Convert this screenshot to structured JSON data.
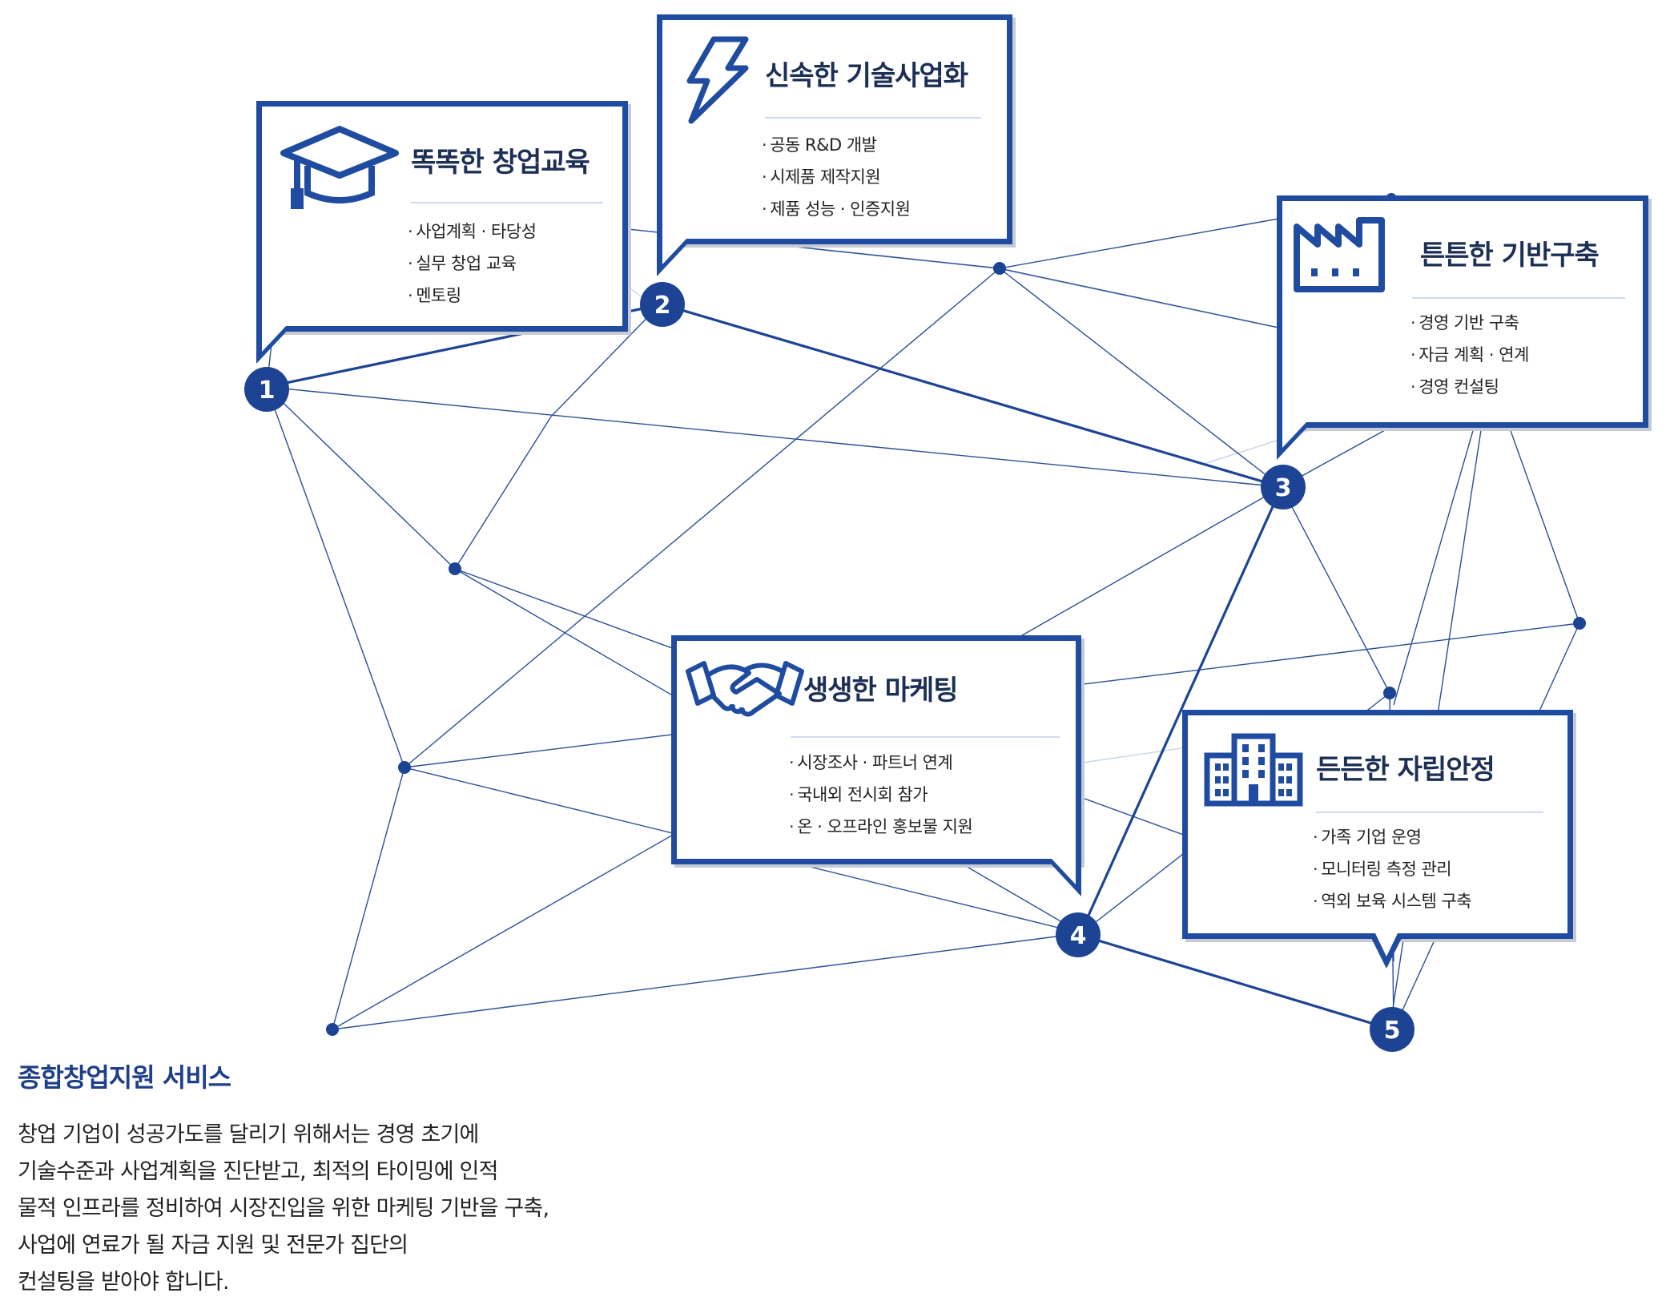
{
  "intro": {
    "title": "종합창업지원 서비스",
    "lines": [
      "창업 기업이 성공가도를 달리기 위해서는 경영 초기에",
      "기술수준과 사업계획을 진단받고, 최적의 타이밍에 인적",
      "물적 인프라를 정비하여 시장진입을 위한 마케팅 기반을 구축,",
      "사업에 연료가 될 자금 지원 및 전문가 집단의",
      "컨설팅을 받아야 합니다."
    ]
  },
  "steps": [
    {
      "number": "1",
      "icon": "graduation-cap-icon",
      "title": "똑똑한 창업교육",
      "items": [
        "사업계획 · 타당성",
        "실무 창업 교육",
        "멘토링"
      ]
    },
    {
      "number": "2",
      "icon": "lightning-bolt-icon",
      "title": "신속한 기술사업화",
      "items": [
        "공동 R&D 개발",
        "시제품 제작지원",
        "제품 성능 · 인증지원"
      ]
    },
    {
      "number": "3",
      "icon": "factory-icon",
      "title": "튼튼한 기반구축",
      "items": [
        "경영 기반 구축",
        "자금 계획 · 연계",
        "경영 컨설팅"
      ]
    },
    {
      "number": "4",
      "icon": "handshake-icon",
      "title": "생생한 마케팅",
      "items": [
        "시장조사 · 파트너 연계",
        "국내외 전시회 참가",
        "온 · 오프라인 홍보물 지원"
      ]
    },
    {
      "number": "5",
      "icon": "building-icon",
      "title": "든든한 자립안정",
      "items": [
        "가족 기업 운영",
        "모니터링 측정 관리",
        "역외 보육 시스템 구축"
      ]
    }
  ],
  "colors": {
    "primary": "#1f4ca0",
    "node": "#1d4494",
    "faint_line": "#c7d3ea",
    "heading": "#1f3f88"
  }
}
